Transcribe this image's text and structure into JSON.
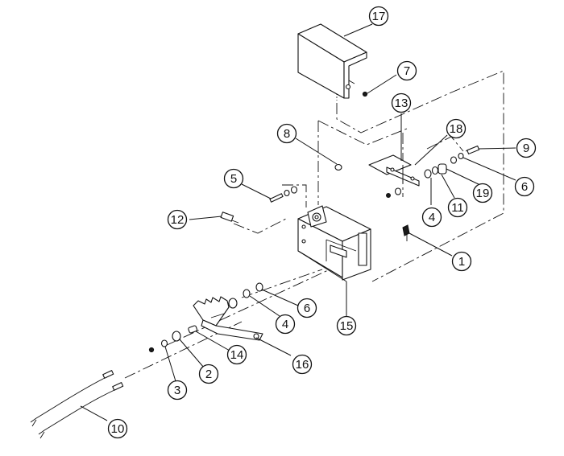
{
  "callouts": [
    {
      "key": "c1",
      "label": "1"
    },
    {
      "key": "c2",
      "label": "2"
    },
    {
      "key": "c3",
      "label": "3"
    },
    {
      "key": "c4a",
      "label": "4"
    },
    {
      "key": "c4b",
      "label": "4"
    },
    {
      "key": "c5",
      "label": "5"
    },
    {
      "key": "c6a",
      "label": "6"
    },
    {
      "key": "c6b",
      "label": "6"
    },
    {
      "key": "c7",
      "label": "7"
    },
    {
      "key": "c8",
      "label": "8"
    },
    {
      "key": "c9",
      "label": "9"
    },
    {
      "key": "c10",
      "label": "10"
    },
    {
      "key": "c11",
      "label": "11"
    },
    {
      "key": "c12",
      "label": "12"
    },
    {
      "key": "c13",
      "label": "13"
    },
    {
      "key": "c14",
      "label": "14"
    },
    {
      "key": "c15",
      "label": "15"
    },
    {
      "key": "c16",
      "label": "16"
    },
    {
      "key": "c17",
      "label": "17"
    },
    {
      "key": "c18",
      "label": "18"
    },
    {
      "key": "c19",
      "label": "19"
    }
  ],
  "colors": {
    "ink": "#111111",
    "paper": "#ffffff"
  }
}
